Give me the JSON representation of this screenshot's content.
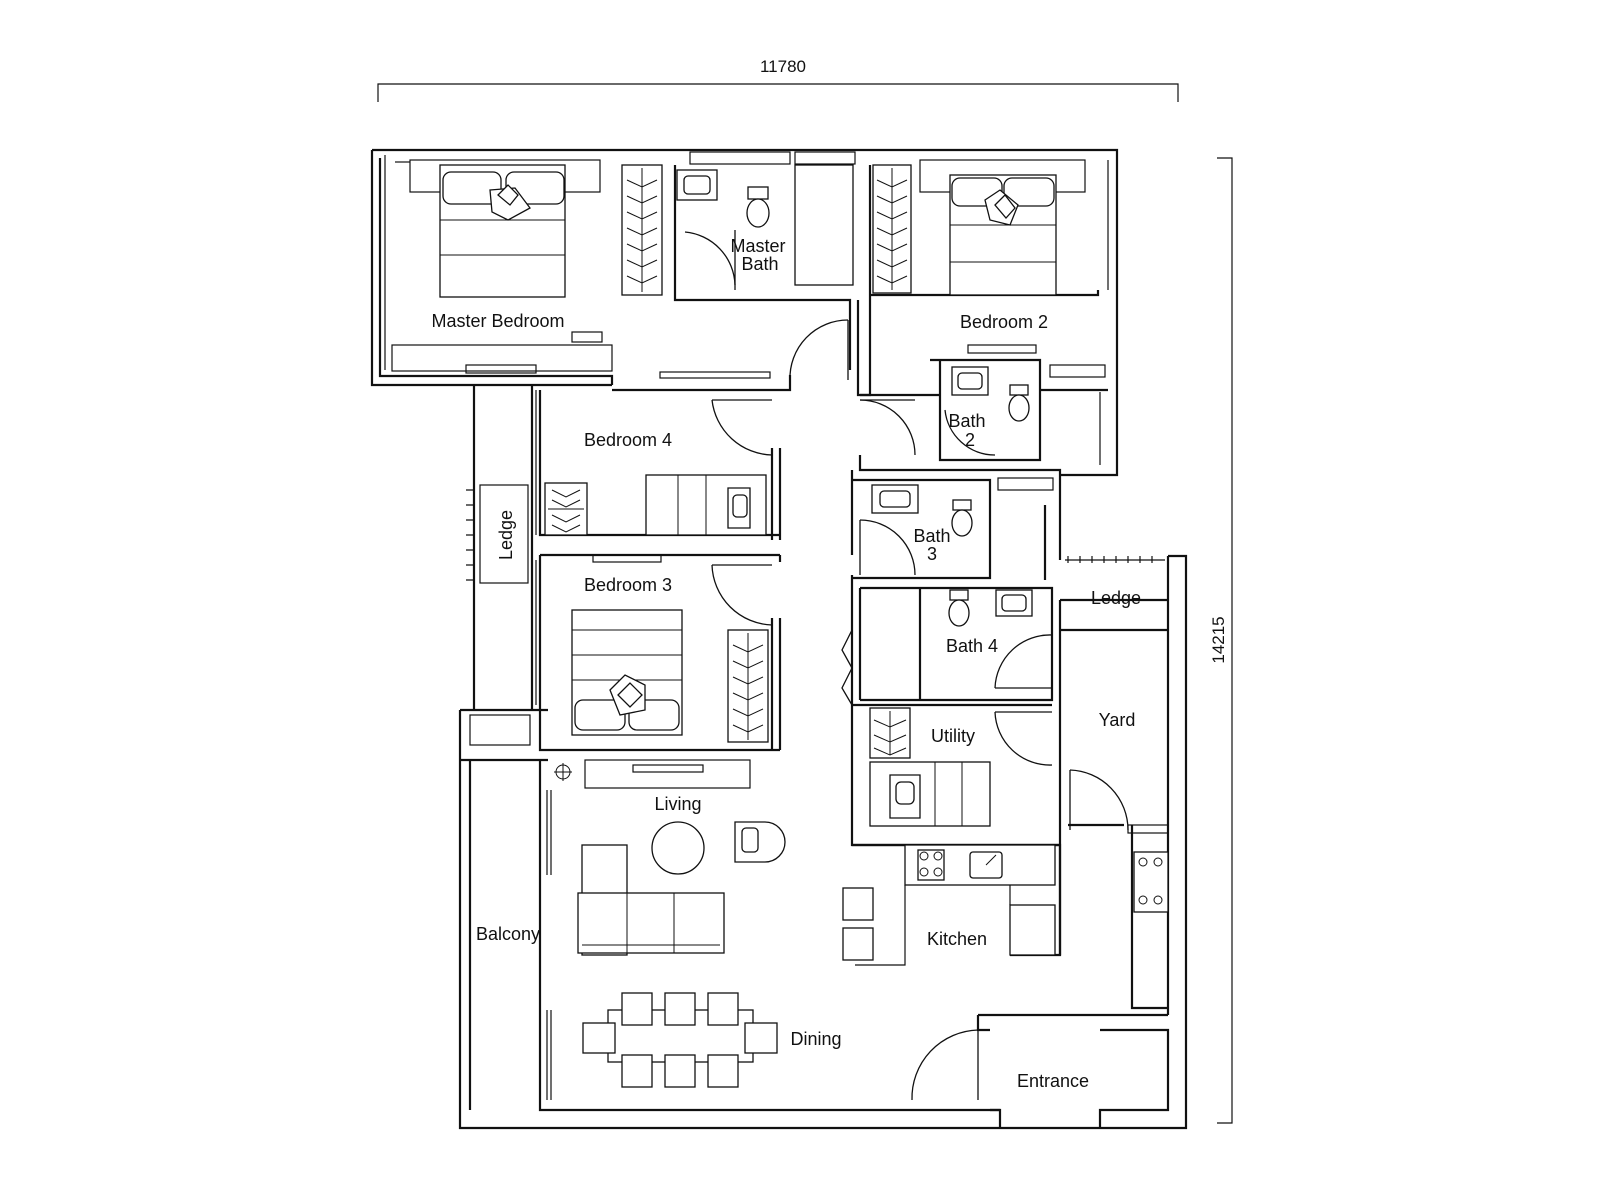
{
  "dimensions": {
    "width": "11780",
    "depth": "14215"
  },
  "rooms": {
    "master_bedroom": "Master Bedroom",
    "master_bath_line1": "Master",
    "master_bath_line2": "Bath",
    "bedroom_2": "Bedroom 2",
    "bath_2_line1": "Bath",
    "bath_2_line2": "2",
    "bedroom_4": "Bedroom 4",
    "bath_3_line1": "Bath",
    "bath_3_line2": "3",
    "bedroom_3": "Bedroom 3",
    "bath_4": "Bath 4",
    "ledge_left": "Ledge",
    "ledge_right": "Ledge",
    "yard": "Yard",
    "utility": "Utility",
    "living": "Living",
    "balcony": "Balcony",
    "kitchen": "Kitchen",
    "dining": "Dining",
    "entrance": "Entrance"
  }
}
